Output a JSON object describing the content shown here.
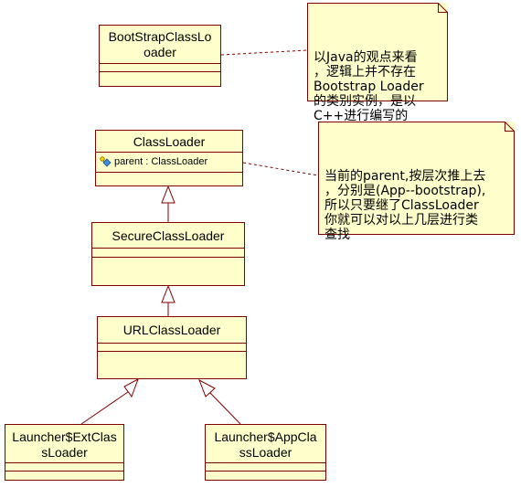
{
  "diagram": {
    "classes": {
      "bootstrap": {
        "name": "BootStrapClassLo\noader"
      },
      "classloader": {
        "name": "ClassLoader",
        "attribute": "parent : ClassLoader",
        "attribute_icon": "key-diamond-attribute-icon"
      },
      "secure": {
        "name": "SecureClassLoader"
      },
      "url": {
        "name": "URLClassLoader"
      },
      "ext": {
        "name": "Launcher$ExtClas\nsLoader"
      },
      "app": {
        "name": "Launcher$AppCla\nssLoader"
      }
    },
    "notes": {
      "bootstrap_note": "以Java的观点来看\n，逻辑上并不存在\nBootstrap Loader\n的类别实例，是以\nC++进行编写的",
      "parent_note": "当前的parent,按层次推上去\n，分别是(App--bootstrap),\n所以只要继了ClassLoader\n你就可以对以上几层进行类\n查找"
    },
    "colors": {
      "class_fill": "#ffffcc",
      "border": "#800000",
      "note_border": "#800000",
      "connector": "#800000"
    }
  }
}
